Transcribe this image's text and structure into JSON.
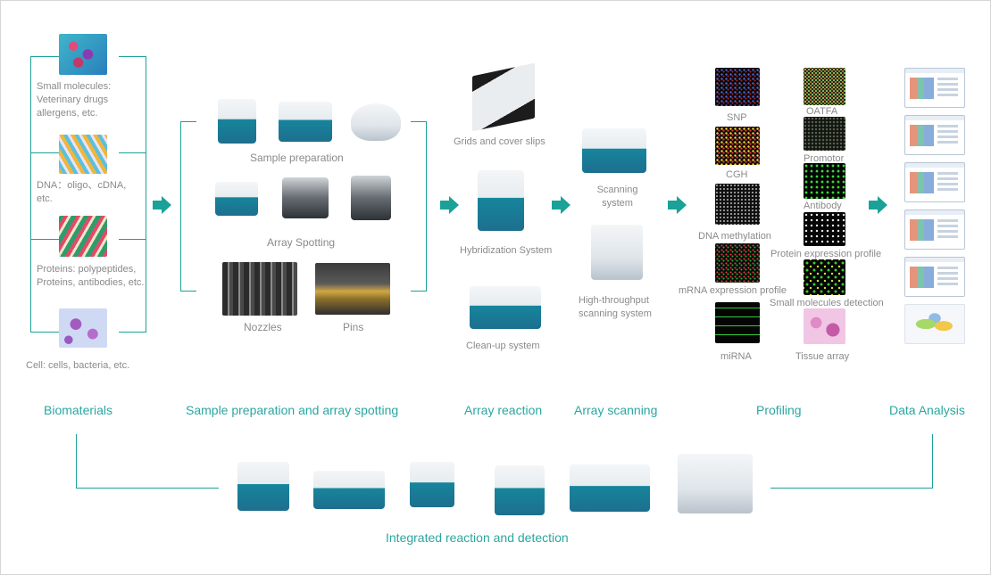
{
  "colors": {
    "accent": "#1aa198",
    "stage_text": "#2aa7a0",
    "label_text": "#8a8a8a"
  },
  "biomaterials": {
    "small_molecules": "Small molecules: Veterinary drugs allergens, etc.",
    "dna": "DNA：oligo、cDNA, etc.",
    "proteins": "Proteins: polypeptides, Proteins, antibodies, etc.",
    "cell": "Cell: cells, bacteria, etc."
  },
  "sample_prep": {
    "sample_preparation": "Sample preparation",
    "array_spotting": "Array Spotting",
    "nozzles": "Nozzles",
    "pins": "Pins"
  },
  "reaction": {
    "grids": "Grids and cover slips",
    "hybridization": "Hybridization System",
    "cleanup": "Clean-up system"
  },
  "scanning": {
    "scanning_system": "Scanning system",
    "high_throughput": "High-throughput scanning system"
  },
  "profiling": {
    "snp": "SNP",
    "oatfa": "OATFA",
    "cgh": "CGH",
    "promotor": "Promotor",
    "antibody": "Antibody",
    "dna_methylation": "DNA methylation",
    "protein_expression": "Protein expression profile",
    "mrna_expression": "mRNA expression profile",
    "small_molecules_detection": "Small molecules detection",
    "mirna": "miRNA",
    "tissue_array": "Tissue array"
  },
  "stages": {
    "biomaterials": "Biomaterials",
    "sample_prep": "Sample preparation and array spotting",
    "array_reaction": "Array reaction",
    "array_scanning": "Array scanning",
    "profiling": "Profiling",
    "data_analysis": "Data Analysis"
  },
  "integrated": "Integrated reaction and detection"
}
